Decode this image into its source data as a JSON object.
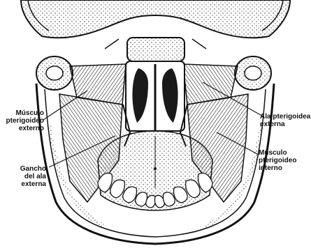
{
  "labels": {
    "musculo_pterigoideo_externo": [
      "Músculo",
      "pterigoideo",
      "externo"
    ],
    "gancho_del_ala_externa": [
      "Gancho",
      "del ala",
      "externa"
    ],
    "ala_pterigoidea_externa": [
      "Ala pterigoidea",
      "externa"
    ],
    "musculo_pterigoideo_interno": [
      "Músculo",
      "pterigoideo",
      "interno"
    ]
  },
  "colors": {
    "ink": "#111111",
    "bone": "#f7f7f2",
    "shade": "#2a2a2a",
    "background": "#ffffff"
  }
}
